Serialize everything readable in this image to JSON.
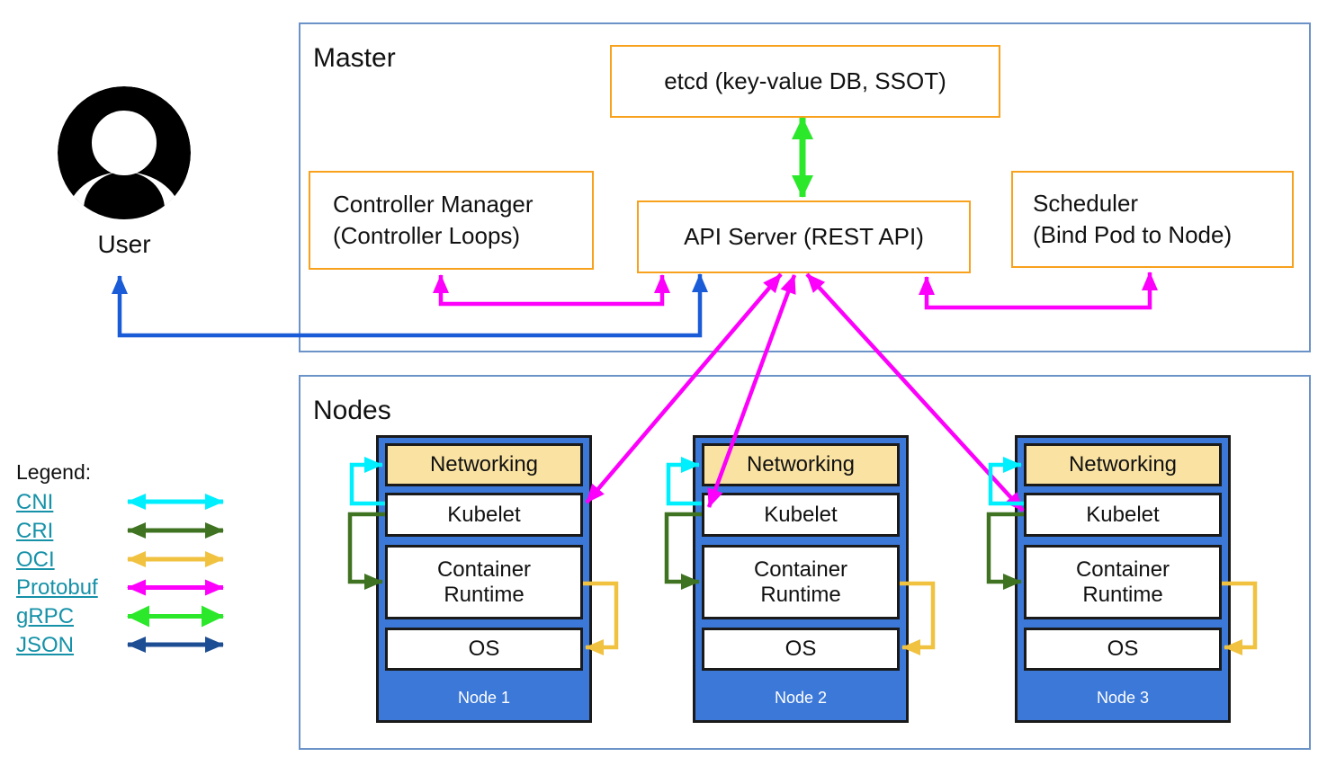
{
  "diagram": {
    "master": {
      "title": "Master",
      "etcd": "etcd (key-value DB, SSOT)",
      "controller_manager_line1": "Controller Manager",
      "controller_manager_line2": "(Controller Loops)",
      "api_server": "API Server (REST API)",
      "scheduler_line1": "Scheduler",
      "scheduler_line2": "(Bind Pod to Node)"
    },
    "user_label": "User",
    "nodes": {
      "title": "Nodes",
      "layer_networking": "Networking",
      "layer_kubelet": "Kubelet",
      "layer_container_runtime": "Container Runtime",
      "layer_os": "OS",
      "node_labels": [
        "Node 1",
        "Node 2",
        "Node 3"
      ]
    },
    "legend": {
      "title": "Legend:",
      "items": [
        "CNI",
        "CRI",
        "OCI",
        "Protobuf",
        "gRPC",
        "JSON"
      ]
    }
  },
  "colors": {
    "cni": "#00EFFF",
    "cri": "#3F7321",
    "oci": "#F0C240",
    "protobuf": "#FC00FC",
    "grpc": "#2BE82B",
    "json": "#1D4E94",
    "user_arrow": "#1A5BD7",
    "box_orange": "#F7A11D",
    "node_fill": "#3C78D8",
    "networking_fill": "#FAE3A2",
    "link_teal": "#1591A8"
  }
}
